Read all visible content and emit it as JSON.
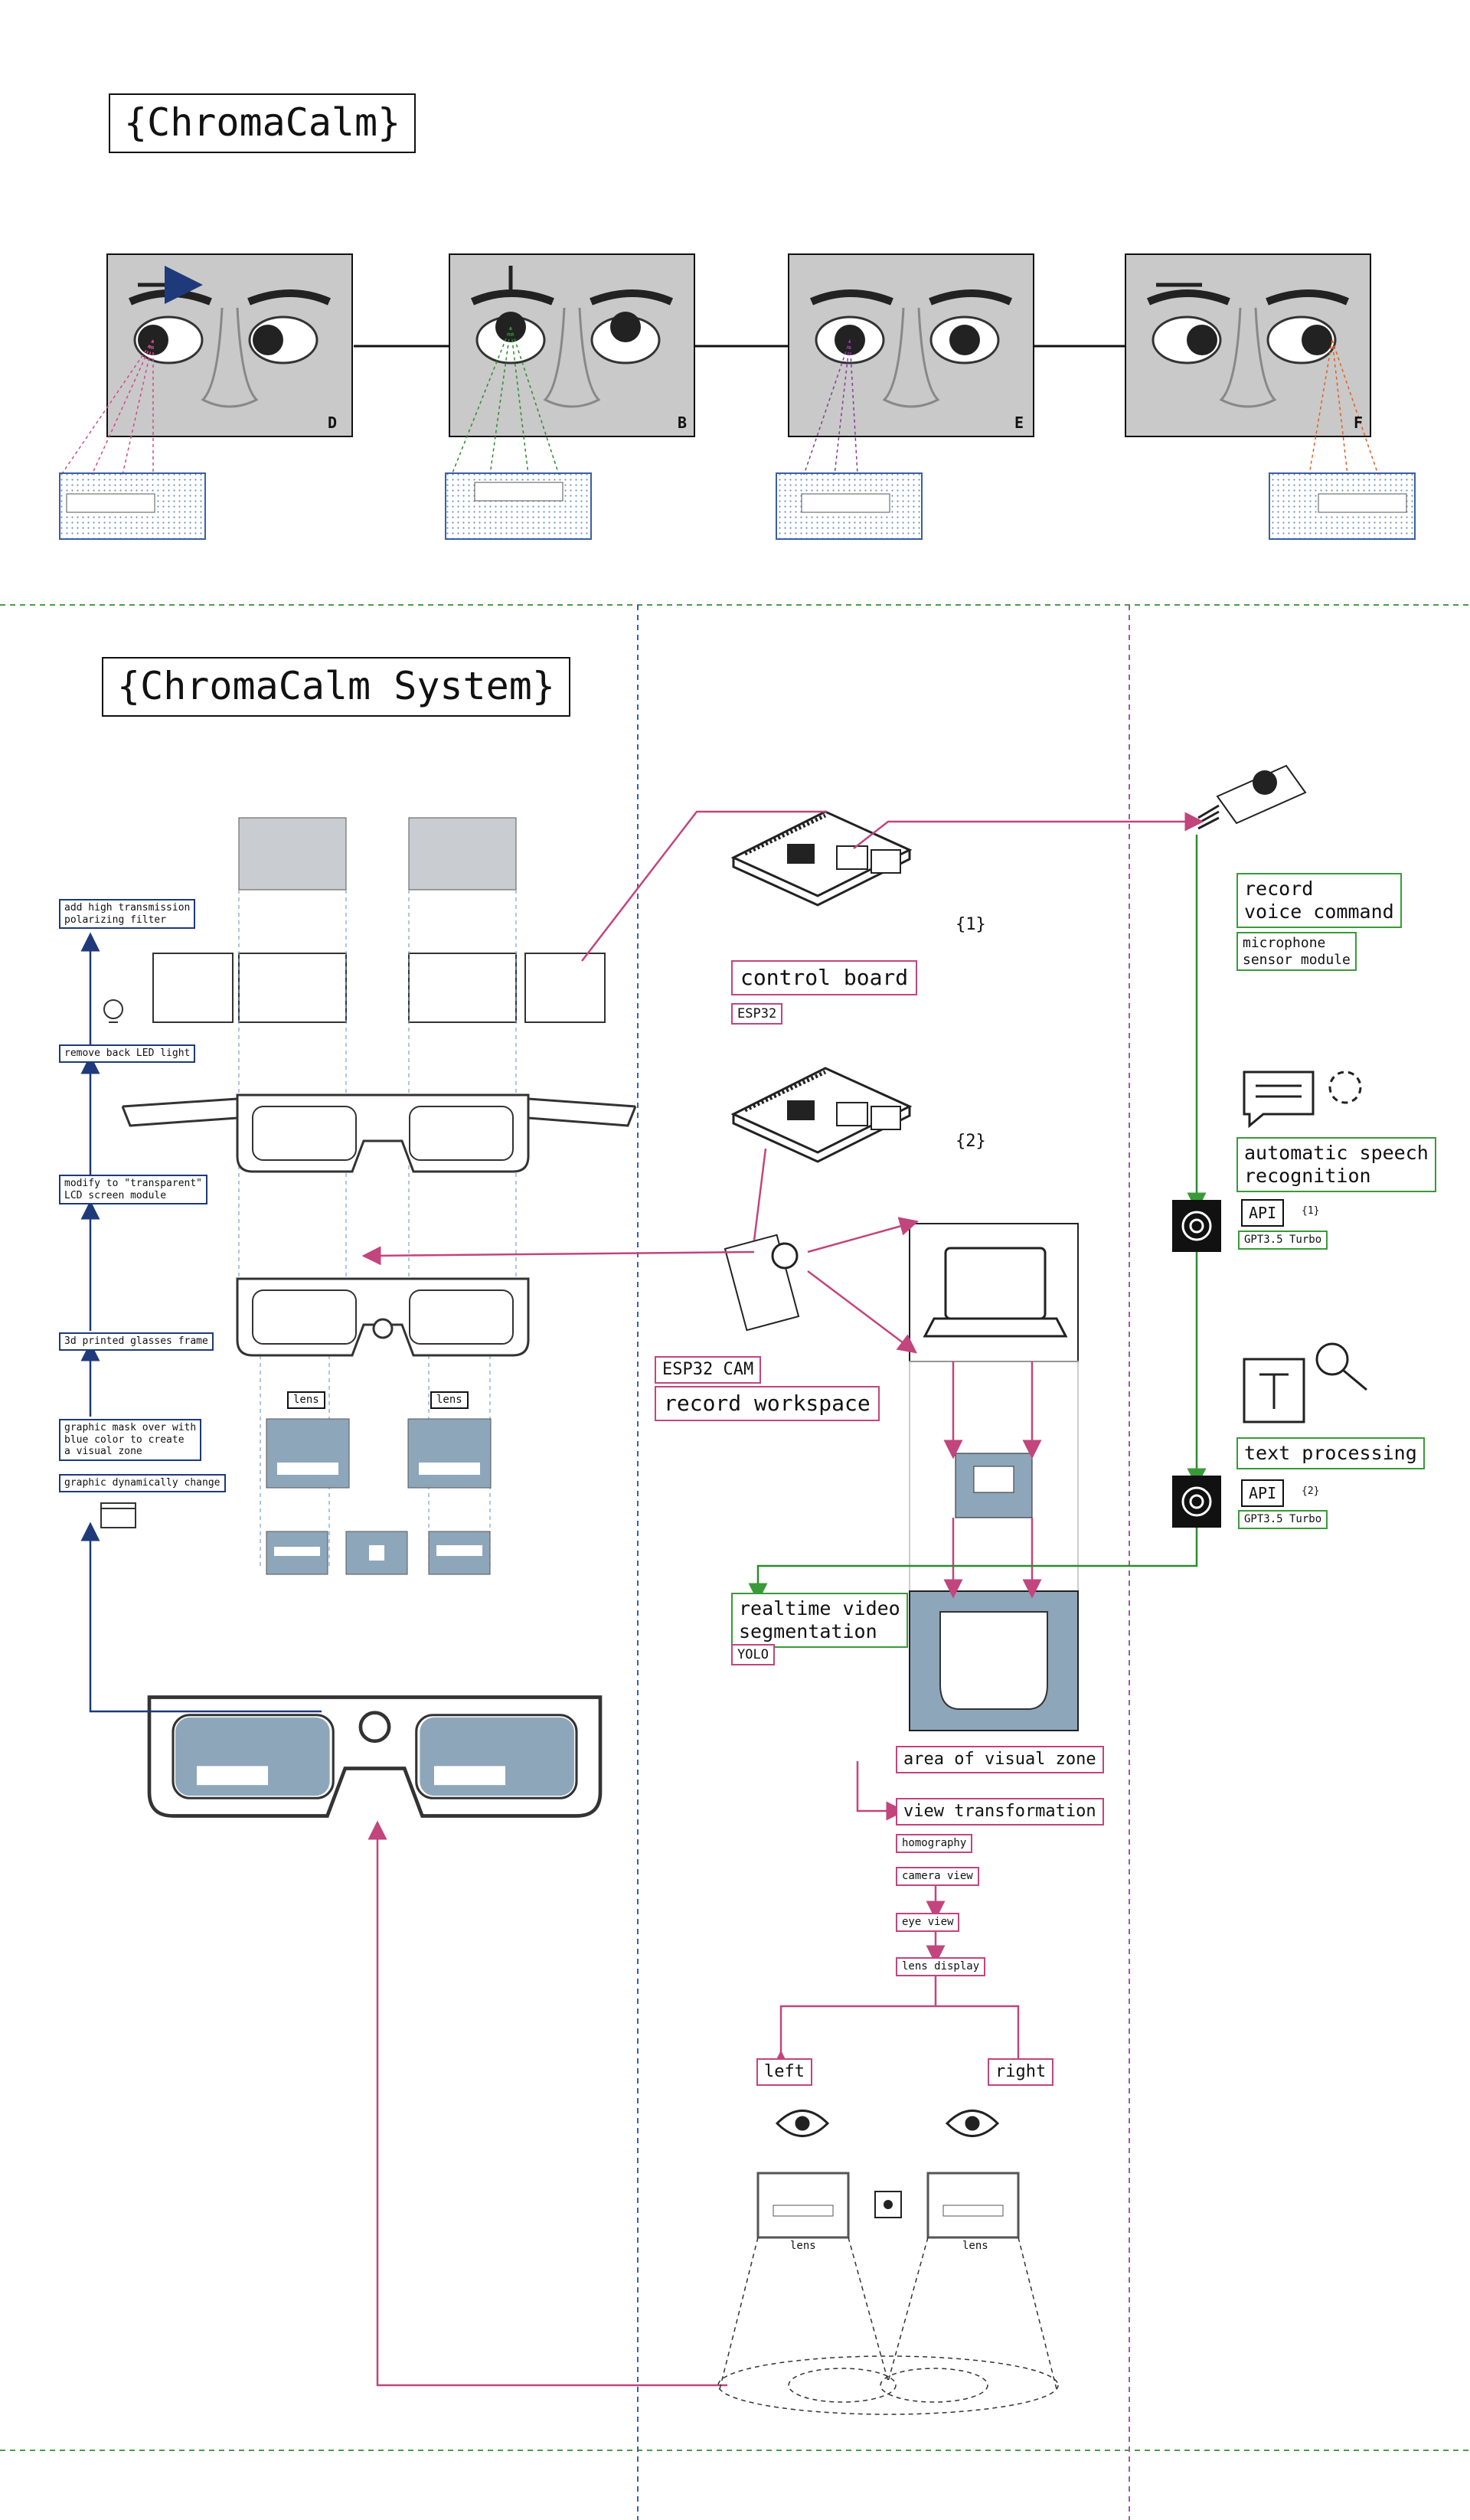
{
  "titles": {
    "main": "{ChromaCalm}",
    "system": "{ChromaCalm System}"
  },
  "eye_panels": [
    {
      "letter": "D"
    },
    {
      "letter": "B"
    },
    {
      "letter": "E"
    },
    {
      "letter": "F"
    }
  ],
  "left_steps": {
    "polarizing": "add high transmission\npolarizing filter",
    "led": "remove back LED light",
    "lcd": "modify to \"transparent\"\nLCD screen module",
    "frame": "3d printed glasses frame",
    "mask": "graphic mask over with\nblue color to create\na visual zone",
    "dynamic": "graphic dynamically change"
  },
  "lens_labels": {
    "left": "lens",
    "right": "lens"
  },
  "board": {
    "num1": "{1}",
    "num2": "{2}",
    "control_board": "control board",
    "esp32": "ESP32",
    "esp32_cam": "ESP32 CAM",
    "record_workspace": "record workspace"
  },
  "segmentation": {
    "title": "realtime video\nsegmentation",
    "model": "YOLO"
  },
  "pipeline": {
    "area": "area of visual zone",
    "transform": "view transformation",
    "homography": "homography",
    "camera_view": "camera view",
    "eye_view": "eye view",
    "lens_display": "lens display",
    "left": "left",
    "right": "right",
    "lens_left": "lens",
    "lens_right": "lens"
  },
  "right_col": {
    "voice": "record\nvoice command",
    "mic": "microphone\nsensor module",
    "asr": "automatic speech\nrecognition",
    "api1": "API",
    "api1_ref": "{1}",
    "gpt1": "GPT3.5 Turbo",
    "text_proc": "text processing",
    "api2": "API",
    "api2_ref": "{2}",
    "gpt2": "GPT3.5 Turbo"
  },
  "colors": {
    "navy": "#1f3a7a",
    "pink": "#c2457d",
    "green": "#3a9a3a",
    "lens_blue": "#8ea6ba"
  }
}
